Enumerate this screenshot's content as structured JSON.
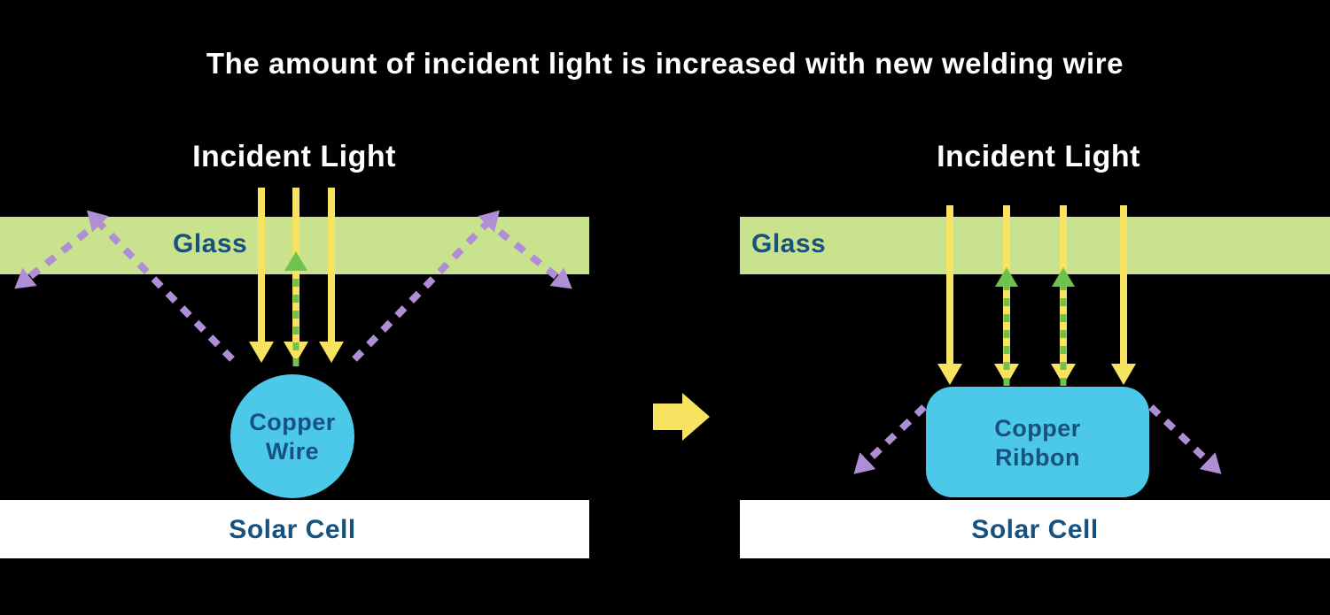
{
  "title": "The amount of incident light is increased with new welding wire",
  "colors": {
    "background": "#000000",
    "title_text": "#ffffff",
    "glass_fill": "#c8e28e",
    "label_blue": "#17517e",
    "incident_yellow": "#f7e35f",
    "reflection_purple": "#b08ed6",
    "returned_green": "#6ec34f",
    "copper_fill": "#4cc8e9",
    "solar_cell_fill": "#ffffff"
  },
  "left_panel": {
    "incident_light_label": "Incident Light",
    "glass_label": "Glass",
    "conductor_label_line1": "Copper",
    "conductor_label_line2": "Wire",
    "solar_cell_label": "Solar Cell"
  },
  "right_panel": {
    "incident_light_label": "Incident Light",
    "glass_label": "Glass",
    "conductor_label_line1": "Copper",
    "conductor_label_line2": "Ribbon",
    "solar_cell_label": "Solar Cell"
  }
}
